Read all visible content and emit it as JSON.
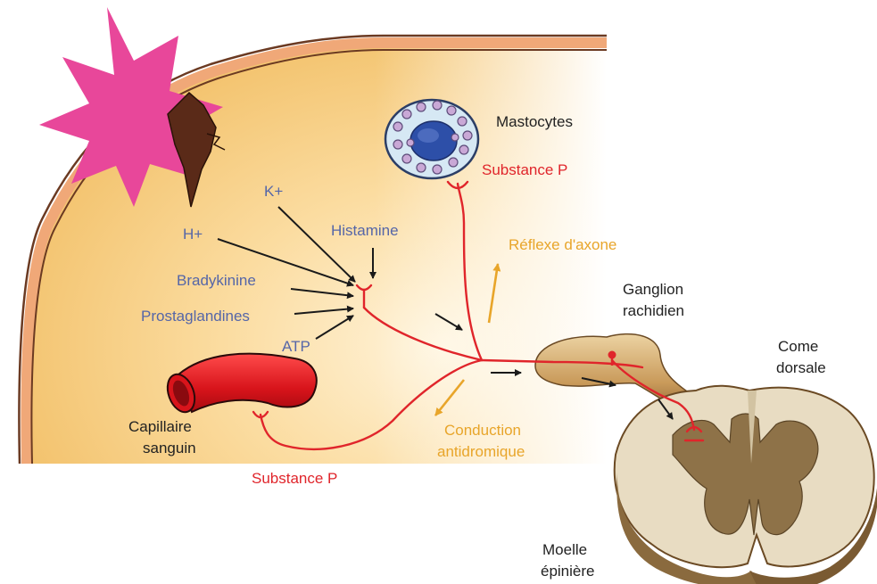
{
  "labels": {
    "mastocytes": "Mastocytes",
    "substance_p_top": "Substance P",
    "k_plus": "K+",
    "h_plus": "H+",
    "histamine": "Histamine",
    "reflexe": "Réflexe d'axone",
    "bradykinine": "Bradykinine",
    "prostaglandines": "Prostaglandines",
    "atp": "ATP",
    "ganglion_line1": "Ganglion",
    "ganglion_line2": "rachidien",
    "corne_line1": "Come",
    "corne_line2": "dorsale",
    "capillaire_line1": "Capillaire",
    "capillaire_line2": "sanguin",
    "conduction_line1": "Conduction",
    "conduction_line2": "antidromique",
    "substance_p_bottom": "Substance P",
    "moelle_line1": "Moelle",
    "moelle_line2": "épinière"
  },
  "colors": {
    "skin_fill": "#f6c775",
    "skin_edge": "#f0a878",
    "injury_star": "#e8479a",
    "splinter": "#5a2a18",
    "nerve": "#e0252b",
    "mediator_text": "#5566a8",
    "reflex_arrow": "#e8a52a",
    "mast_cell": "#d6e8f4",
    "ganglion": "#c9a064",
    "spinal_white": "#e8dcc2",
    "spinal_grey": "#8e7248"
  }
}
